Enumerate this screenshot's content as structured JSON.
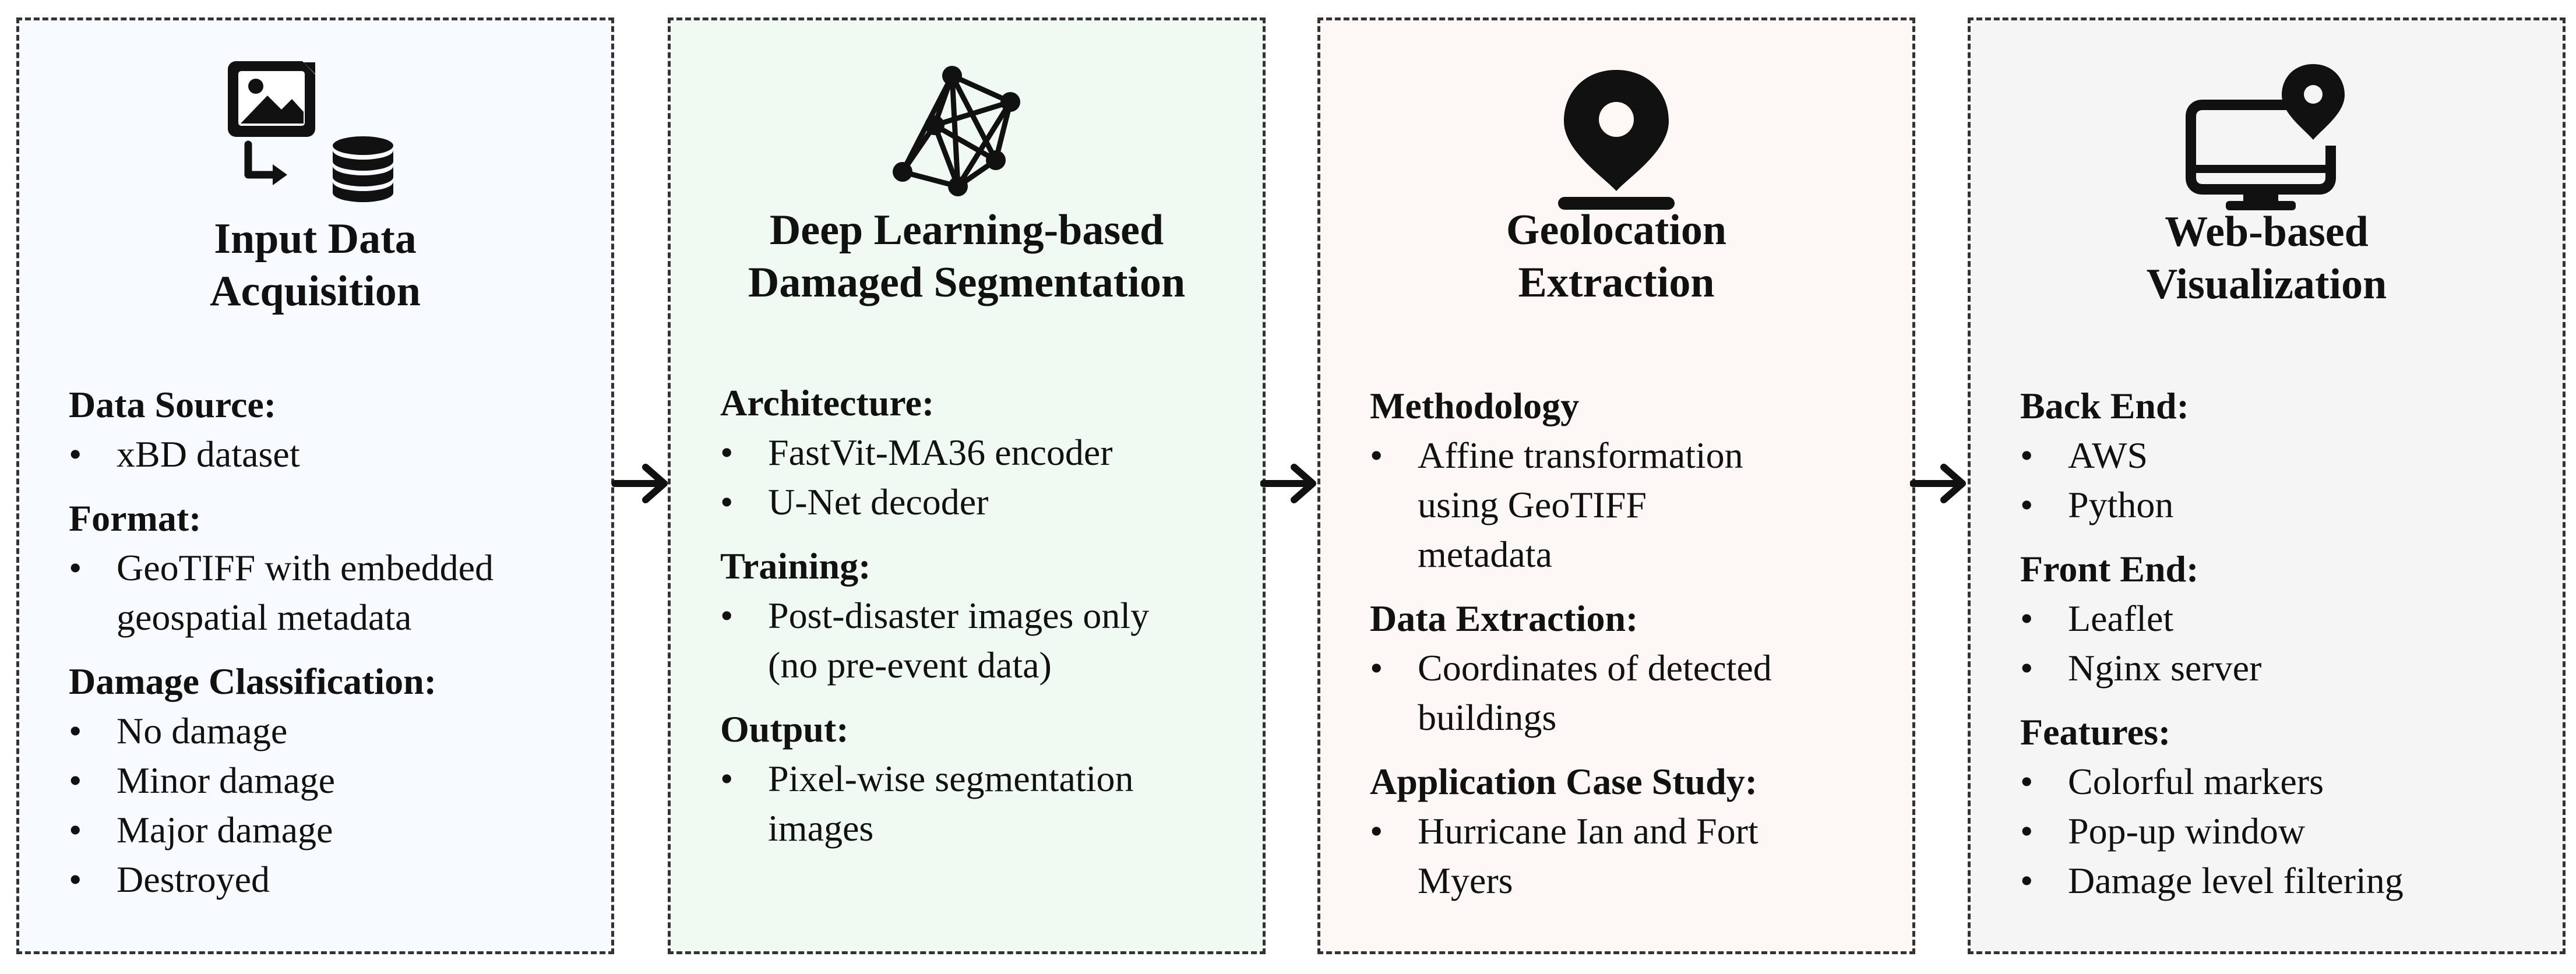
{
  "panels": [
    {
      "icon": "image-to-database-icon",
      "bg": "#f7fafe",
      "title": [
        "Input Data",
        "Acquisition"
      ],
      "sections": [
        {
          "heading": "Data Source:",
          "items": [
            "xBD dataset"
          ]
        },
        {
          "heading": "Format:",
          "items": [
            "GeoTIFF with embedded\ngeospatial metadata"
          ]
        },
        {
          "heading": "Damage Classification:",
          "items": [
            "No damage",
            "Minor damage",
            "Major damage",
            "Destroyed"
          ]
        }
      ]
    },
    {
      "icon": "neural-network-icon",
      "bg": "#f1f9f3",
      "title": [
        "Deep Learning-based",
        "Damaged Segmentation"
      ],
      "sections": [
        {
          "heading": "Architecture:",
          "items": [
            "FastVit-MA36 encoder",
            "U-Net decoder"
          ]
        },
        {
          "heading": "Training:",
          "items": [
            "Post-disaster images only\n(no pre-event data)"
          ]
        },
        {
          "heading": "Output:",
          "items": [
            "Pixel-wise segmentation\nimages"
          ]
        }
      ]
    },
    {
      "icon": "location-pin-icon",
      "bg": "#fdf7f6",
      "title": [
        "Geolocation",
        "Extraction"
      ],
      "sections": [
        {
          "heading": "Methodology",
          "items": [
            "Affine transformation\nusing GeoTIFF\nmetadata"
          ]
        },
        {
          "heading": "Data Extraction:",
          "items": [
            "Coordinates of detected\nbuildings"
          ]
        },
        {
          "heading": "Application Case Study:",
          "items": [
            "Hurricane Ian and Fort\nMyers"
          ]
        }
      ]
    },
    {
      "icon": "monitor-location-icon",
      "bg": "#f5f5f5",
      "title": [
        "Web-based",
        "Visualization"
      ],
      "sections": [
        {
          "heading": "Back End:",
          "items": [
            "AWS",
            "Python"
          ]
        },
        {
          "heading": "Front End:",
          "items": [
            "Leaflet",
            "Nginx server"
          ]
        },
        {
          "heading": "Features:",
          "items": [
            "Colorful markers",
            "Pop-up window",
            "Damage level filtering"
          ]
        }
      ]
    }
  ],
  "bullet": "•",
  "arrows": [
    "arrow-right-icon",
    "arrow-right-icon",
    "arrow-right-icon"
  ]
}
